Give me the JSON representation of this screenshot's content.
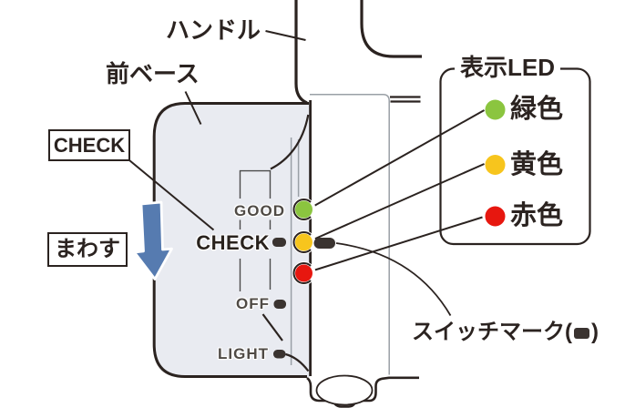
{
  "colors": {
    "outline": "#2b2320",
    "base_gray": "#e9ebf1",
    "led_green": "#8bc53f",
    "led_yellow": "#f7c51d",
    "led_red": "#e7170f",
    "mark_dark": "#3a3330",
    "arrow_blue": "#567bb0"
  },
  "callouts": {
    "handle": "ハンドル",
    "front_base": "前ベース",
    "check_box": "CHECK",
    "turn_box": "まわす",
    "switch_mark_prefix": "スイッチマーク(",
    "switch_mark_suffix": ")"
  },
  "panel": {
    "good": "GOOD",
    "check": "CHECK",
    "off": "OFF",
    "light": "LIGHT"
  },
  "legend": {
    "title": "表示LED",
    "items": [
      {
        "label": "緑色"
      },
      {
        "label": "黄色"
      },
      {
        "label": "赤色"
      }
    ]
  }
}
